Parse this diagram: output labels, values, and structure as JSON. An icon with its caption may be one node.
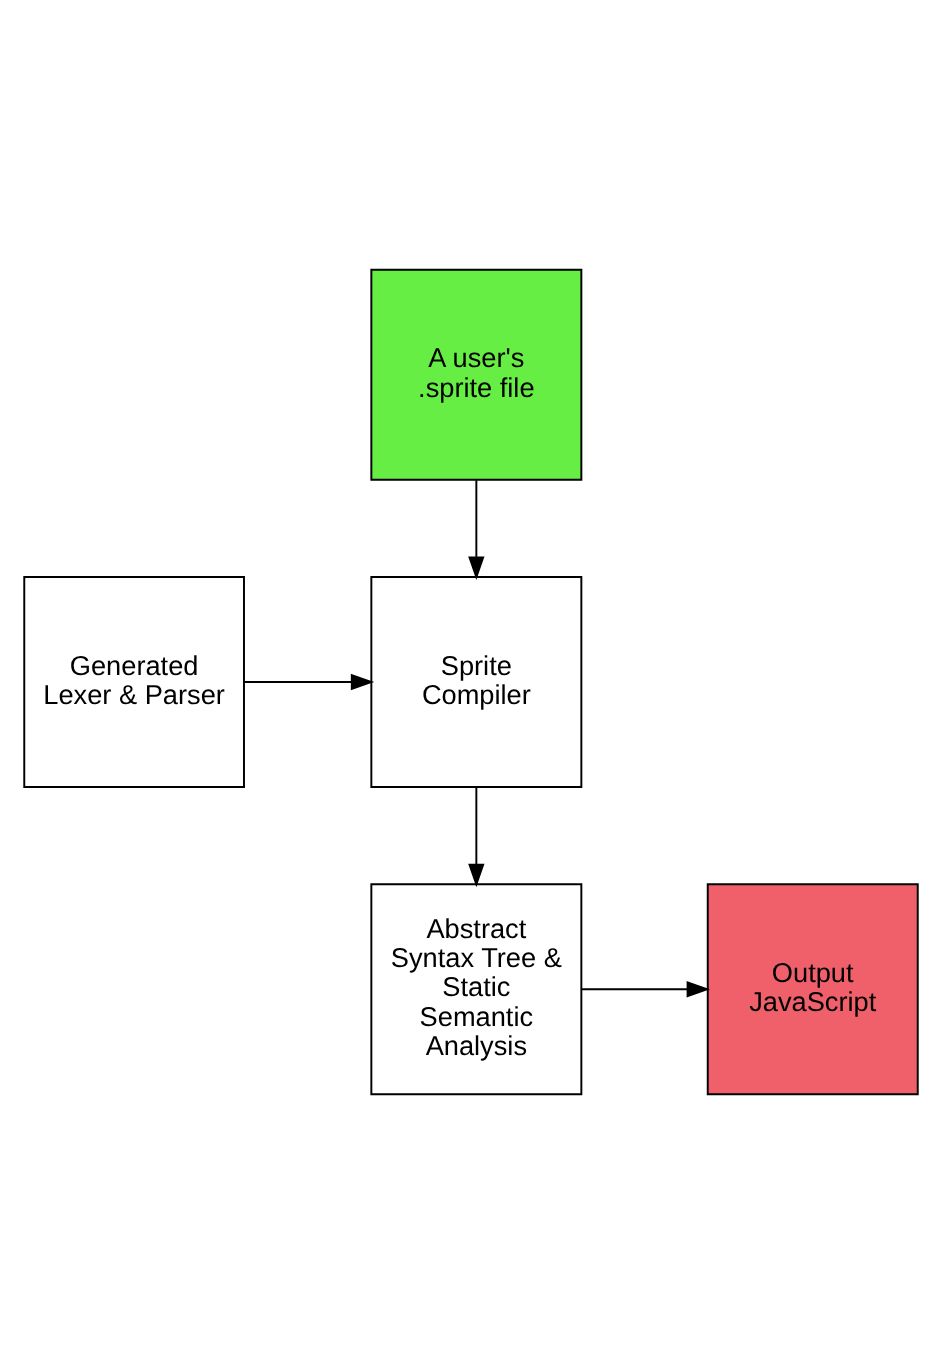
{
  "diagram": {
    "nodes": [
      {
        "text": [
          "A user's .sprite file"
        ]
      },
      {
        "text": [
          "Sprite Compiler"
        ]
      },
      {
        "text": [
          "Generated Lexer & Parser"
        ]
      },
      {
        "text": [
          "Abstract Syntax Tree & Static Semantic Analysis"
        ]
      },
      {
        "text": [
          "Output JavaScript"
        ]
      }
    ],
    "edges": [
      {
        "from": 0,
        "to": 1,
        "arrow": "to"
      },
      {
        "from": 2,
        "to": 1,
        "arrow": "to"
      },
      {
        "from": 1,
        "to": 3,
        "arrow": "to"
      },
      {
        "from": 3,
        "to": 4,
        "arrow": "to"
      }
    ]
  }
}
